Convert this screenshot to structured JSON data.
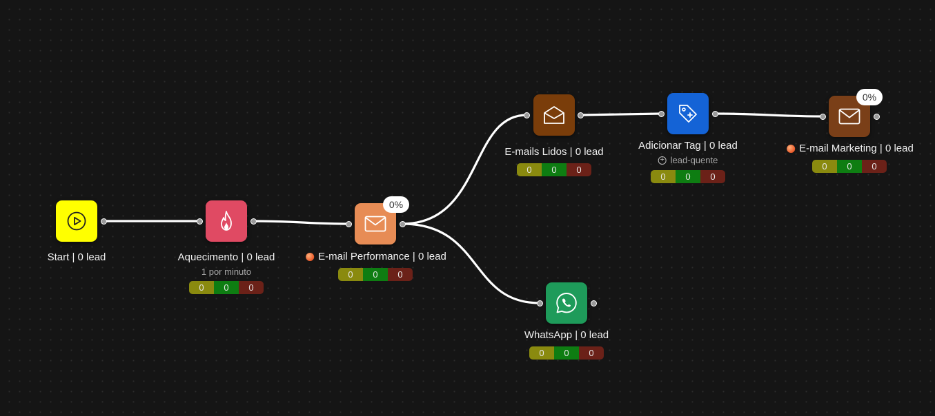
{
  "colors": {
    "background": "#151515",
    "edge": "#ffffff",
    "start": "#ffff00",
    "warmup": "#e04a63",
    "email_performance": "#e78c55",
    "emails_read": "#7a3d0a",
    "add_tag": "#1463d6",
    "email_marketing": "#7a3f18",
    "whatsapp": "#1e9b5a",
    "stat_yellow": "#8a8a0f",
    "stat_green": "#0e7d12",
    "stat_red": "#6b2118"
  },
  "nodes": {
    "start": {
      "icon": "play-circle-icon",
      "label": "Start | 0 lead"
    },
    "aquecimento": {
      "icon": "fire-icon",
      "label": "Aquecimento | 0 lead",
      "sub": "1 por minuto",
      "stats": [
        "0",
        "0",
        "0"
      ]
    },
    "email_performance": {
      "icon": "envelope-icon",
      "label": "E-mail Performance | 0 lead",
      "percent": "0%",
      "stats": [
        "0",
        "0",
        "0"
      ]
    },
    "emails_lidos": {
      "icon": "envelope-open-icon",
      "label": "E-mails Lidos | 0 lead",
      "stats": [
        "0",
        "0",
        "0"
      ]
    },
    "adicionar_tag": {
      "icon": "tag-plus-icon",
      "label": "Adicionar Tag | 0 lead",
      "tag": "lead-quente",
      "stats": [
        "0",
        "0",
        "0"
      ]
    },
    "email_marketing": {
      "icon": "envelope-icon",
      "label": "E-mail Marketing | 0 lead",
      "percent": "0%",
      "stats": [
        "0",
        "0",
        "0"
      ]
    },
    "whatsapp": {
      "icon": "whatsapp-icon",
      "label": "WhatsApp | 0 lead",
      "stats": [
        "0",
        "0",
        "0"
      ]
    }
  }
}
